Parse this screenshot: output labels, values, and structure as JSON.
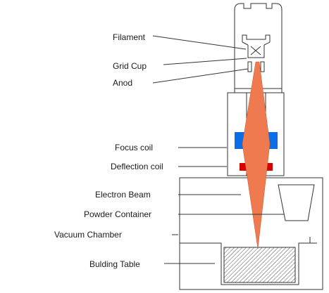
{
  "labels": {
    "filament": "Filament",
    "grid_cup": "Grid Cup",
    "anod": "Anod",
    "focus_coil": "Focus coil",
    "deflection_coil": "Deflection coil",
    "electron_beam": "Electron Beam",
    "powder_container": "Powder Container",
    "vacuum_chamber": "Vacuum Chamber",
    "building_table": "Bulding Table"
  },
  "colors": {
    "beam": "#f07a4f",
    "focus_coil": "#0a6ee6",
    "deflection_coil": "#d60000",
    "outline": "#333333"
  }
}
